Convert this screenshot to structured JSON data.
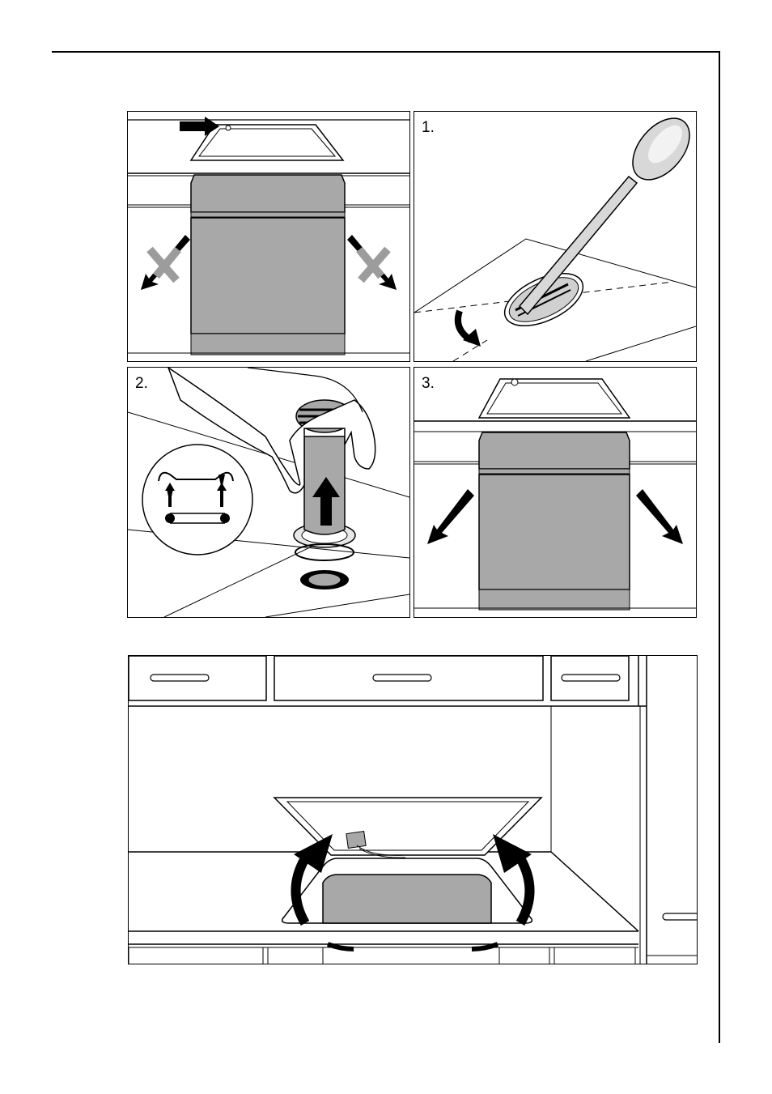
{
  "steps": {
    "step1": "1.",
    "step2": "2.",
    "step3": "3."
  },
  "colors": {
    "line": "#000000",
    "fill_grey": "#a8a8a8",
    "fill_light": "#d0d0d0",
    "background": "#ffffff"
  },
  "icons": [
    "arrow-icon",
    "crossed-arrow-icon",
    "spoon-icon",
    "curved-arrow-icon",
    "hand-icon",
    "ring-icon"
  ]
}
